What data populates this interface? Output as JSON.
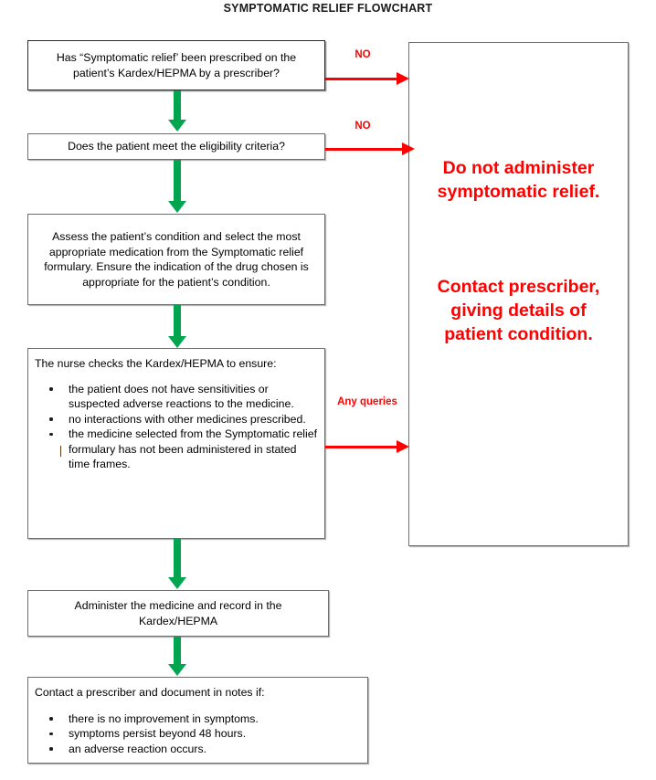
{
  "title": "SYMPTOMATIC RELIEF FLOWCHART",
  "colors": {
    "flow_arrow_green": "#00A64F",
    "decision_arrow_red": "#FE0000",
    "box_border": "#6E6E6E",
    "text": "#000000",
    "background": "#FFFFFF"
  },
  "nodes": {
    "q1": {
      "text": "Has “Symptomatic relief’ been prescribed on the patient’s Kardex/HEPMA by a prescriber?"
    },
    "q2": {
      "text": "Does the patient meet the eligibility criteria?"
    },
    "assess": {
      "text": "Assess the patient’s condition and select the most appropriate medication from the Symptomatic relief formulary.  Ensure the indication of the drug chosen is appropriate for the patient’s condition."
    },
    "nurse_checks": {
      "lead": "The nurse checks the Kardex/HEPMA to ensure:",
      "bullets": [
        "the patient does not have sensitivities or suspected adverse reactions to the medicine.",
        "no interactions with other medicines prescribed.",
        "the medicine selected from the Symptomatic relief formulary has not been administered in stated time frames."
      ]
    },
    "administer": {
      "text": "Administer the medicine and record in the Kardex/HEPMA"
    },
    "contact": {
      "lead": "Contact a prescriber and document in notes if:",
      "bullets": [
        "there is no improvement in symptoms.",
        "symptoms persist beyond 48 hours.",
        "an adverse reaction occurs."
      ]
    },
    "alert": {
      "line_1": "Do not administer symptomatic relief.",
      "line_2": "Contact prescriber, giving details of patient condition."
    }
  },
  "edges": {
    "no_1": "NO",
    "no_2": "NO",
    "any_queries": "Any queries"
  }
}
